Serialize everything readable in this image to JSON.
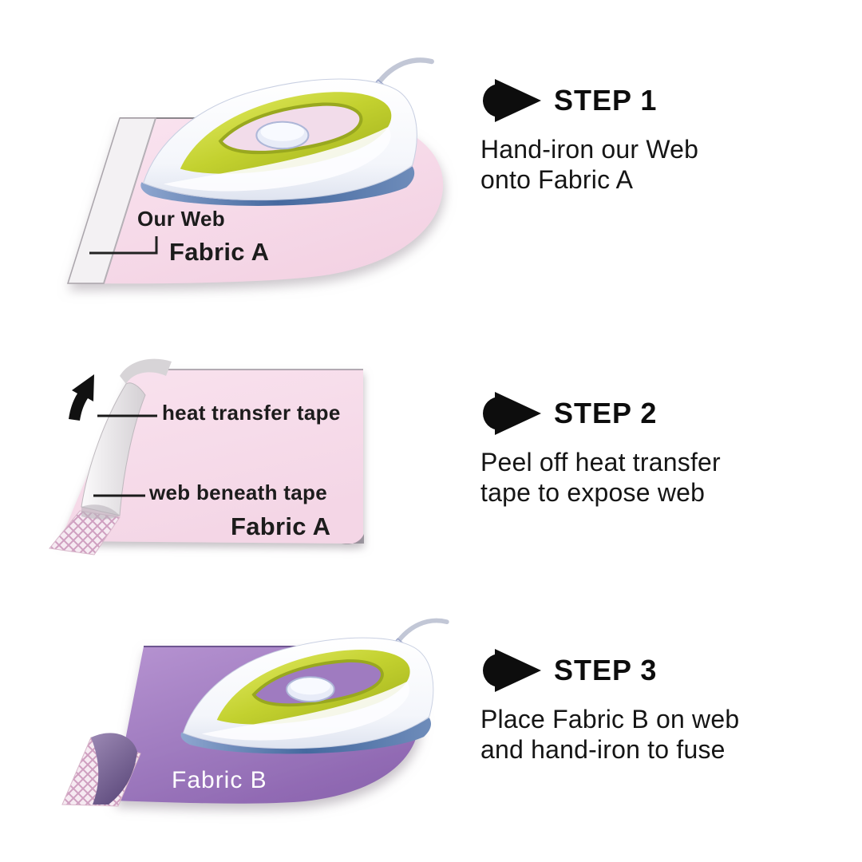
{
  "palette": {
    "background": "#ffffff",
    "text": "#111111",
    "fabric_a_pink": "#f7dcea",
    "fabric_b_purple": "#a07cc0",
    "iron_green": "#c3d12f",
    "iron_sole_blue": "#45699f",
    "tape_white": "#efecef",
    "web_pattern_pink": "#cf9fc0",
    "step_marker_black": "#0d0d0d"
  },
  "steps": [
    {
      "title": "STEP 1",
      "description": "Hand-iron our Web\nonto Fabric A"
    },
    {
      "title": "STEP 2",
      "description": "Peel off heat transfer\ntape to expose web"
    },
    {
      "title": "STEP 3",
      "description": "Place Fabric B on web\nand hand-iron to fuse"
    }
  ],
  "illustrations": [
    {
      "name": "iron-on-fabric-a",
      "labels": {
        "web": "Our Web",
        "fabric": "Fabric A"
      }
    },
    {
      "name": "peel-heat-transfer-tape",
      "labels": {
        "tape": "heat transfer tape",
        "web": "web beneath tape",
        "fabric": "Fabric A"
      }
    },
    {
      "name": "iron-fabric-b-fuse",
      "labels": {
        "fabric": "Fabric B"
      }
    }
  ]
}
